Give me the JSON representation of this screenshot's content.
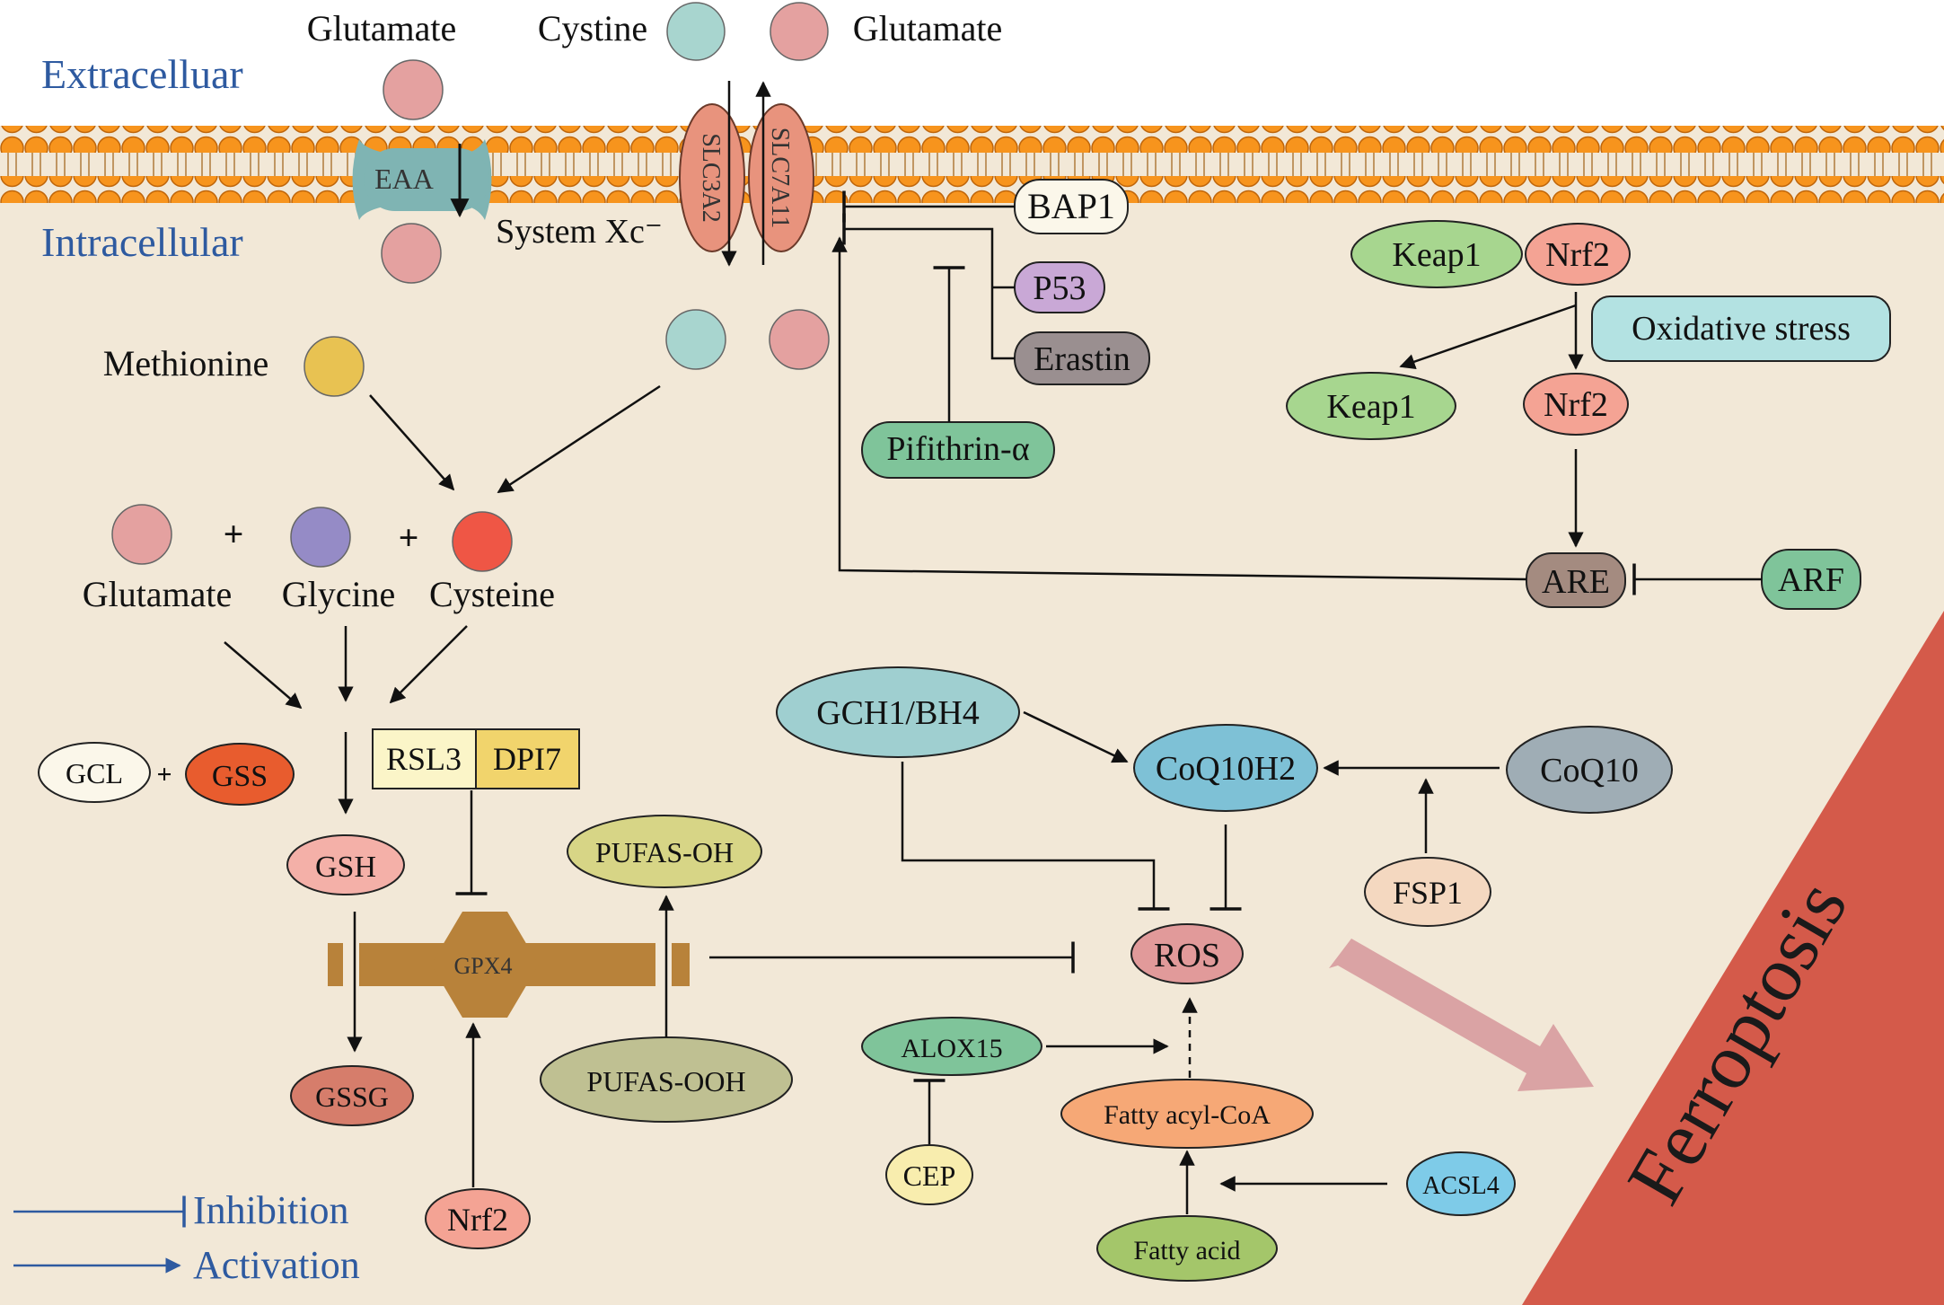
{
  "regions": {
    "extracellular": "Extracelluar",
    "intracellular": "Intracellular",
    "transporter_label": "System Xc⁻",
    "ferroptosis": "Ferroptosis"
  },
  "transport": {
    "eaa": "EAA",
    "slc3a2": "SLC3A2",
    "slc7a11": "SLC7A11",
    "glutamate_top_left": "Glutamate",
    "cystine_top": "Cystine",
    "glutamate_top_right": "Glutamate"
  },
  "regulators_xc": {
    "bap1": "BAP1",
    "p53": "P53",
    "erastin": "Erastin",
    "pifithrin": "Pifithrin-α"
  },
  "nrf2_pathway": {
    "keap1_complex": "Keap1",
    "nrf2_complex": "Nrf2",
    "oxidative_stress": "Oxidative stress",
    "keap1_free": "Keap1",
    "nrf2_free": "Nrf2",
    "are": "ARE",
    "arf": "ARF"
  },
  "gsh_synthesis": {
    "methionine": "Methionine",
    "glutamate": "Glutamate",
    "glycine": "Glycine",
    "cysteine": "Cysteine",
    "plus1": "+",
    "plus2": "+",
    "plus3": "+",
    "gcl": "GCL",
    "gss": "GSS",
    "gsh": "GSH",
    "gssg": "GSSG",
    "rsl3": "RSL3",
    "dpi7": "DPI7",
    "gpx4": "GPX4",
    "nrf2_bottom": "Nrf2"
  },
  "lipid": {
    "pufas_oh": "PUFAS-OH",
    "pufas_ooh": "PUFAS-OOH",
    "gch1": "GCH1/BH4",
    "coq10h2": "CoQ10H2",
    "coq10": "CoQ10",
    "fsp1": "FSP1",
    "ros": "ROS",
    "alox15": "ALOX15",
    "cep": "CEP",
    "fatty_acyl_coa": "Fatty acyl-CoA",
    "acsl4": "ACSL4",
    "fatty_acid": "Fatty acid"
  },
  "legend": {
    "inhibition": "Inhibition",
    "activation": "Activation"
  },
  "colors": {
    "background": "#f2e8d7",
    "membrane": "#f7941d",
    "glutamate": "#e4a1a0",
    "cystine": "#a8d5cf",
    "ferroptosis": "#d45a4a",
    "region_text": "#2e5aa0"
  }
}
